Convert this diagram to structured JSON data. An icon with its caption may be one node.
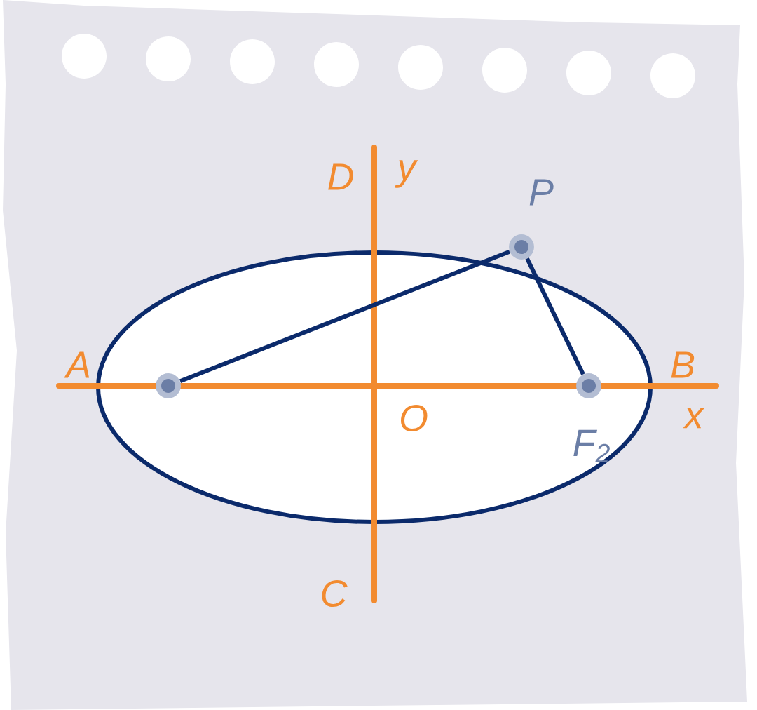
{
  "diagram": {
    "nodes": [
      {
        "text": [],
        "shape": "circle"
      },
      {
        "text": [],
        "shape": "circle",
        "beside": [
          "P"
        ]
      },
      {
        "text": [],
        "shape": "circle",
        "beside": [
          "F$_{2}$"
        ]
      }
    ],
    "edges": [
      {
        "from": 0,
        "to": 1,
        "arrow": "none"
      },
      {
        "from": 1,
        "to": 2,
        "arrow": "none"
      }
    ],
    "labels": [
      "D",
      "y",
      "A",
      "B",
      "O",
      "x",
      "C"
    ]
  }
}
